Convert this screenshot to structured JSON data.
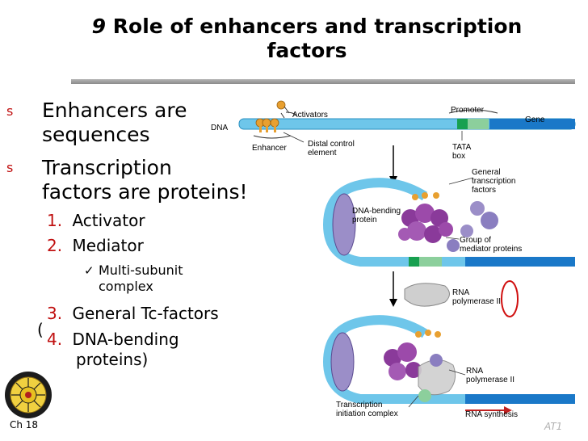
{
  "slide": {
    "title_number": "9",
    "title_text": "Role of enhancers and transcription",
    "title_text2": "factors",
    "bullet_glyph": "s",
    "bullets": [
      {
        "line1": "Enhancers are",
        "line2": "sequences"
      },
      {
        "line1": "Transcription",
        "line2": "factors are proteins!"
      }
    ],
    "list": [
      {
        "num": "1.",
        "text": "Activator"
      },
      {
        "num": "2.",
        "text": "Mediator"
      },
      {
        "num": "3.",
        "text": "General Tc-factors"
      },
      {
        "num": "4.",
        "text": "DNA-bending",
        "text2": "proteins)"
      }
    ],
    "sub_item": {
      "line1": "Multi-subunit",
      "line2": "complex"
    },
    "open_paren": "(",
    "chapter": "Ch 18",
    "author": "AT1"
  },
  "diagram": {
    "labels": {
      "dna": "DNA",
      "activators": "Activators",
      "enhancer": "Enhancer",
      "distal1": "Distal control",
      "distal2": "element",
      "promoter": "Promoter",
      "gene": "Gene",
      "tata1": "TATA",
      "tata2": "box",
      "gtf1": "General",
      "gtf2": "transcription",
      "gtf3": "factors",
      "dnabend1": "DNA-bending",
      "dnabend2": "protein",
      "group1": "Group of",
      "group2": "mediator proteins",
      "rnapol1a": "RNA",
      "rnapol1b": "polymerase II",
      "rnapol2a": "RNA",
      "rnapol2b": "polymerase II",
      "tic1": "Transcription",
      "tic2": "initiation complex",
      "rnasyn": "RNA synthesis"
    },
    "colors": {
      "dna": "#6ec6ea",
      "gene": "#1a78c8",
      "tata": "#18a050",
      "promoter": "#8ccf9c",
      "activator": "#e8a030",
      "protein": "#9b8ec8",
      "mediator": "#8a3a9a",
      "pol": "#cfcfcf",
      "arrow": "#c02020"
    }
  }
}
